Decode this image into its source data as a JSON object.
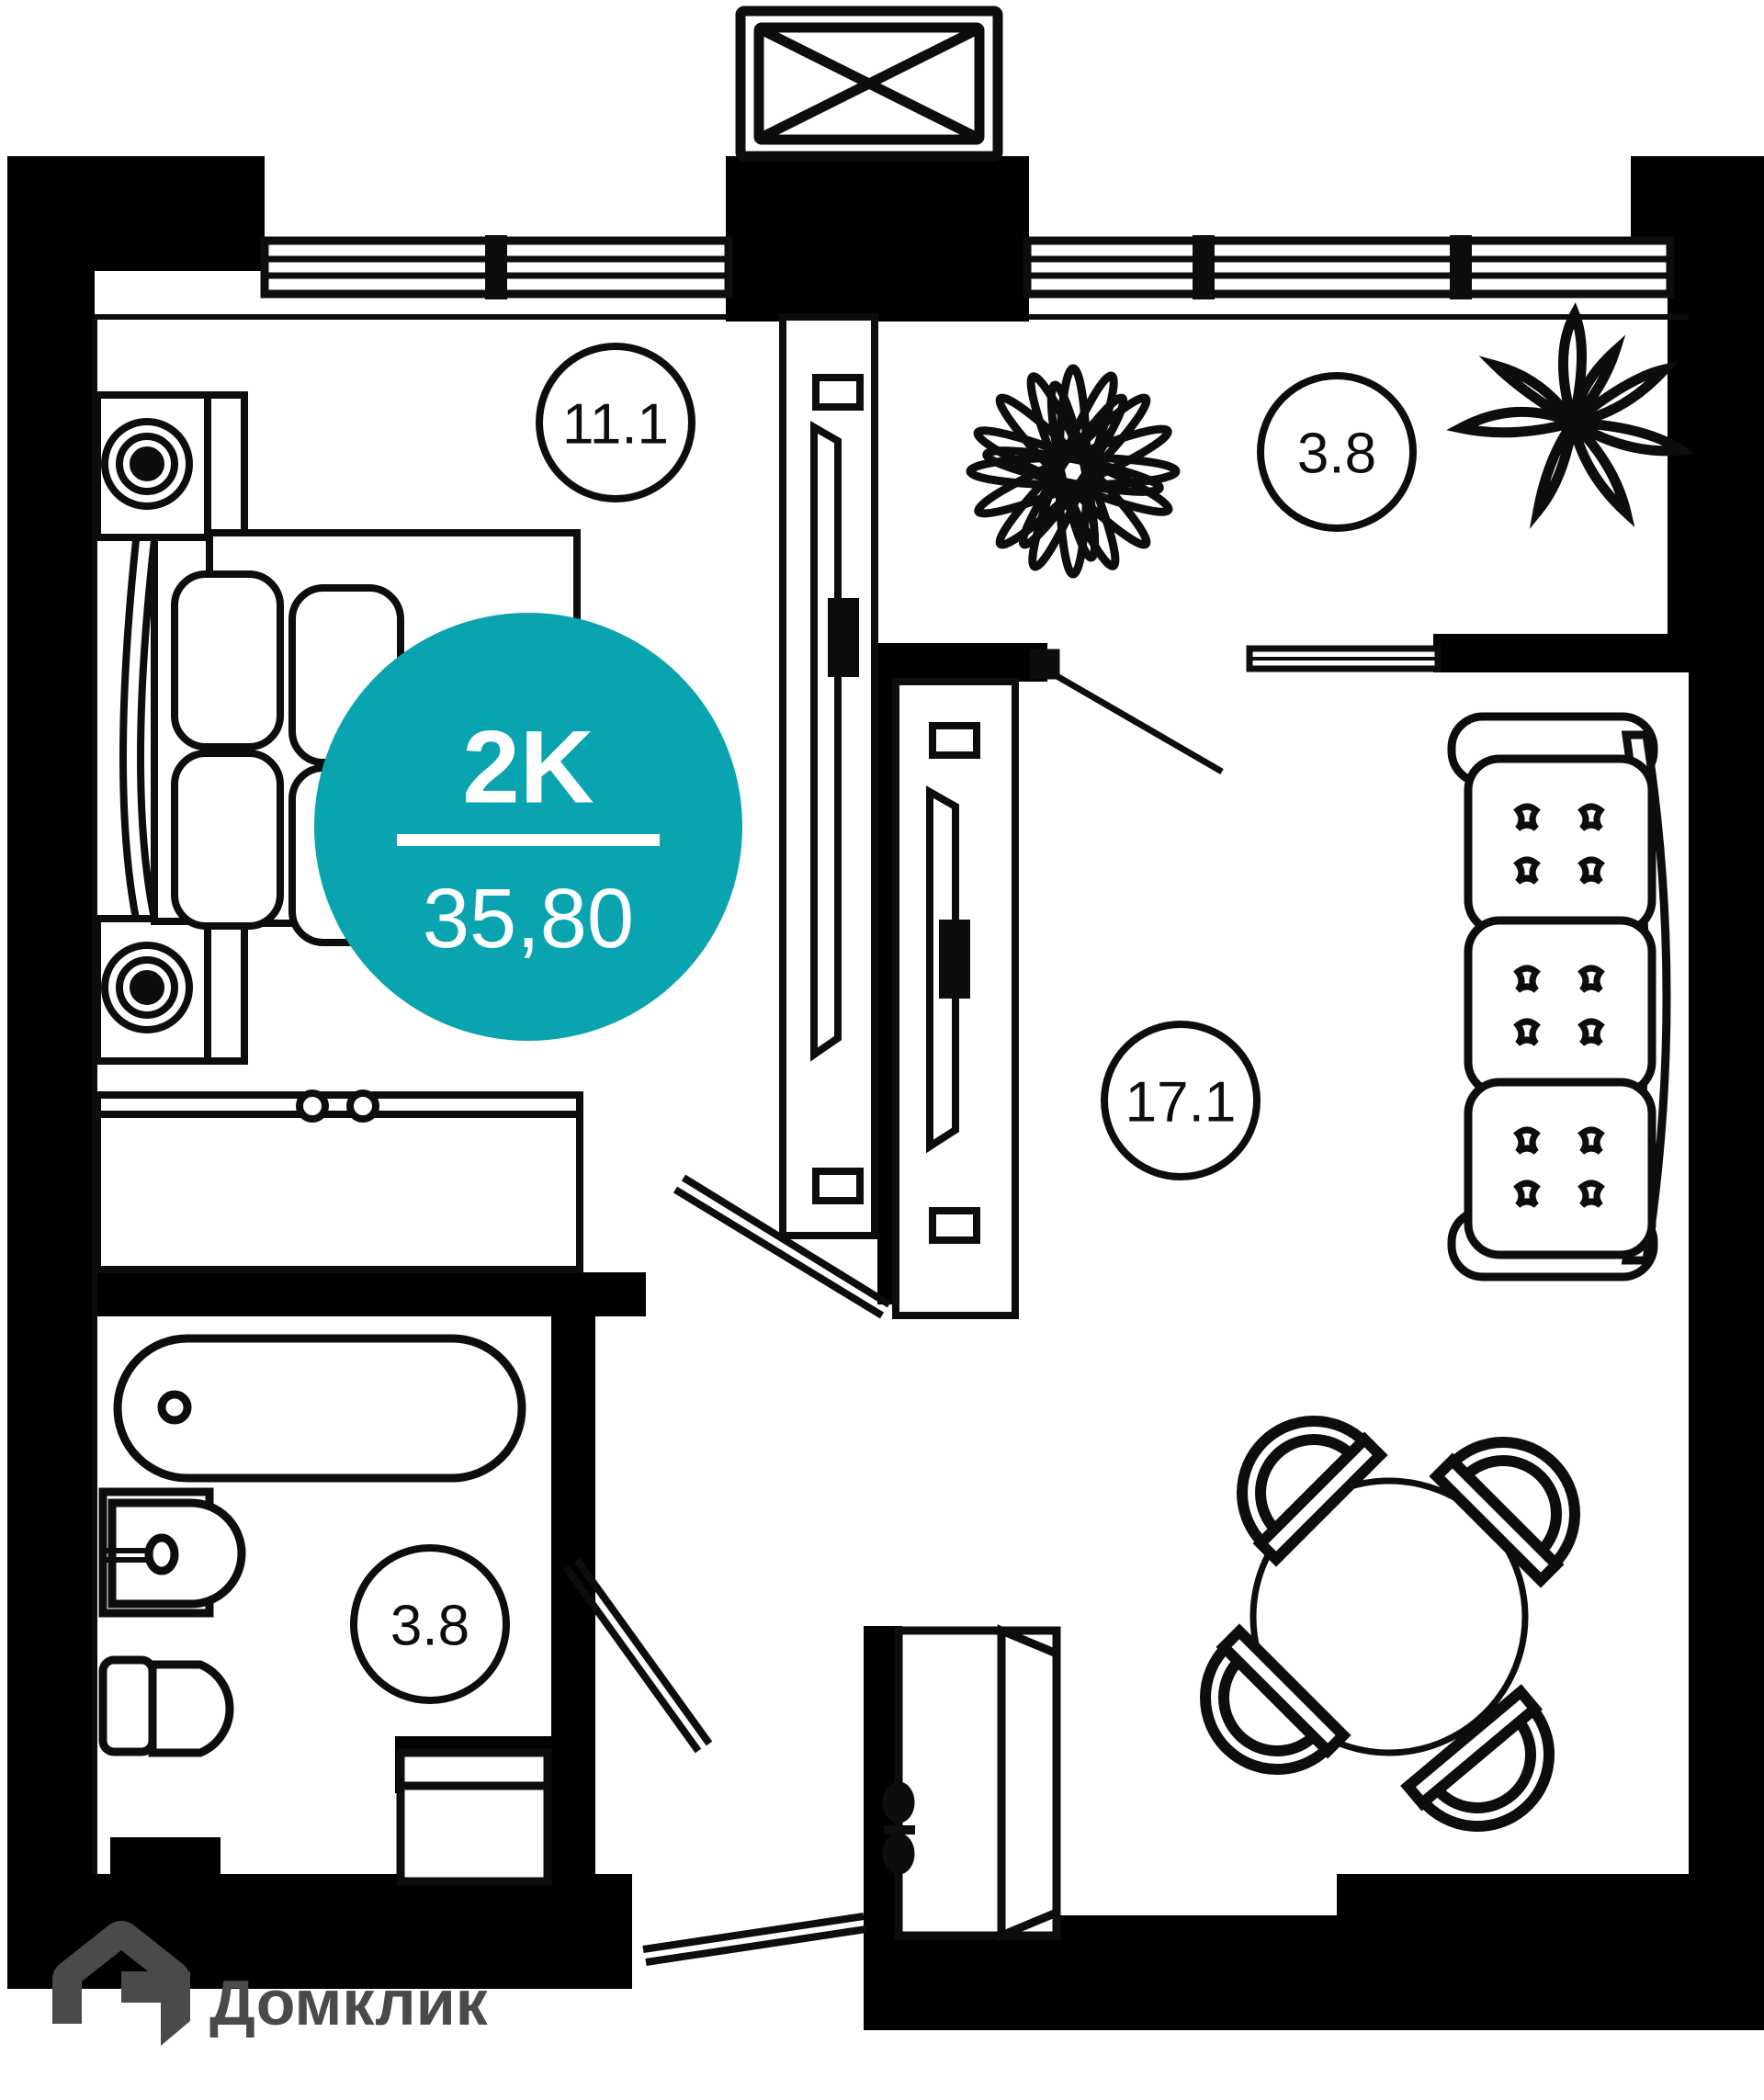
{
  "plan": {
    "type": "apartment-floor-plan",
    "badge": {
      "rooms_label": "2K",
      "total_area": "35,80",
      "color": "#0aa3b0",
      "text_color": "#ffffff"
    },
    "rooms": [
      {
        "name": "bedroom",
        "area": "11.1"
      },
      {
        "name": "balcony",
        "area": "3.8"
      },
      {
        "name": "living-kitchen",
        "area": "17.1"
      },
      {
        "name": "bathroom",
        "area": "3.8"
      }
    ],
    "colors": {
      "wall": "#000000",
      "line": "#111111",
      "background": "#ffffff",
      "watermark": "#4a4a4a"
    },
    "furniture": [
      "bed",
      "nightstand-left",
      "nightstand-right",
      "wardrobe",
      "desk",
      "bathtub",
      "washbasin",
      "toilet",
      "washing-machine",
      "sofa",
      "dining-table",
      "dining-chair",
      "entry-door",
      "balcony-plant-spiky",
      "balcony-plant-leafy",
      "ac-unit"
    ]
  },
  "watermark": {
    "brand": "Домклик",
    "icon": "house-logo-icon"
  }
}
